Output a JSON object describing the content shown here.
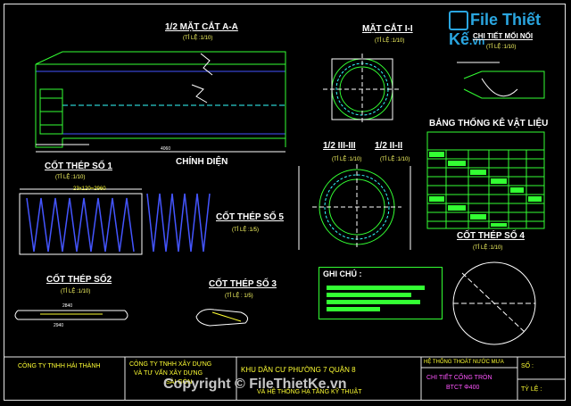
{
  "logo": {
    "text": "File Thiết Kế",
    "suffix": ".vn"
  },
  "watermark": "Copyright © FileThietKe.vn",
  "titles": {
    "section_aa": "1/2 MẶT CẮT A-A",
    "section_aa_scale": "(TỈ LỆ :1/10)",
    "section_ii": "MẶT CẮT I-I",
    "section_ii_scale": "(TỈ LỆ :1/10)",
    "joint": "CHI TIẾT MỐI NỐI",
    "joint_scale": "(TỈ LỆ :1/10)",
    "front": "CHÍNH DIỆN",
    "rebar1": "CỐT THÉP SỐ 1",
    "rebar1_scale": "(TỈ LỆ :1/10)",
    "section_iii": "1/2 III-III",
    "section_iii_scale": "(TỈ LỆ :1/10)",
    "section_ii2": "1/2 II-II",
    "section_ii2_scale": "(TỈ LỆ :1/10)",
    "rebar5": "CỐT THÉP SỐ 5",
    "rebar5_scale": "(TỈ LỆ :1/5)",
    "rebar2": "CỐT THÉP SỐ2",
    "rebar2_scale": "(TỈ LỆ :1/10)",
    "rebar3": "CỐT THÉP SỐ 3",
    "rebar3_scale": "(TỈ LỆ : 1/5)",
    "rebar4": "CỐT THÉP SỐ 4",
    "rebar4_scale": "(TỈ LỆ :1/10)",
    "material_table": "BẢNG THỐNG KÊ VẬT LIỆU",
    "notes": "GHI CHÚ :"
  },
  "dims": {
    "spiral": "23x120=2960",
    "length": "4060",
    "d2840": "2840",
    "d2940": "2940"
  },
  "title_block": {
    "company1": "CÔNG TY TNHH HẢI THÀNH",
    "company2_l1": "CÔNG TY TNHH XÂY DỰNG",
    "company2_l2": "VÀ TƯ VẤN XÂY DỰNG",
    "company2_l3": "SÀI GÒN",
    "project_l1": "KHU DÂN CƯ PHƯỜNG 7 QUẬN 8",
    "project_l2": "VÀ HỆ THỐNG HẠ TẦNG KỸ THUẬT",
    "system": "HỆ THỐNG THOÁT NƯỚC MƯA",
    "detail_l1": "CHI TIẾT CỐNG TRÒN",
    "detail_l2": "BTCT Φ400",
    "sheet_no": "SỐ :",
    "scale": "TỶ LỆ :"
  },
  "colors": {
    "green": "#33ff33",
    "yellow": "#ffff33",
    "cyan": "#33ffff",
    "blue": "#4455ff",
    "magenta": "#ff55ff",
    "white": "#ffffff"
  }
}
